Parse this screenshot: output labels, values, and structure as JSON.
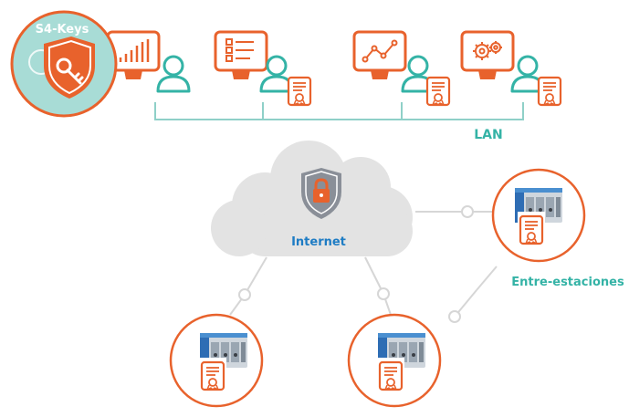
{
  "badge": {
    "title": "S4-Keys"
  },
  "lan": {
    "label": "LAN"
  },
  "cloud": {
    "label": "Internet"
  },
  "stations": {
    "label": "Entre-estaciones"
  },
  "colors": {
    "orange": "#e8622c",
    "teal": "#34b3a6",
    "blue": "#1e7cc4",
    "cloud": "#e3e3e3",
    "line": "#d6d6d6",
    "shield": "#8a8f98"
  },
  "icons": [
    "bar-chart-icon",
    "checklist-icon",
    "line-chart-icon",
    "gears-icon",
    "user-icon",
    "certificate-icon",
    "shield-key-icon",
    "shield-lock-icon",
    "rtu-device-icon"
  ]
}
